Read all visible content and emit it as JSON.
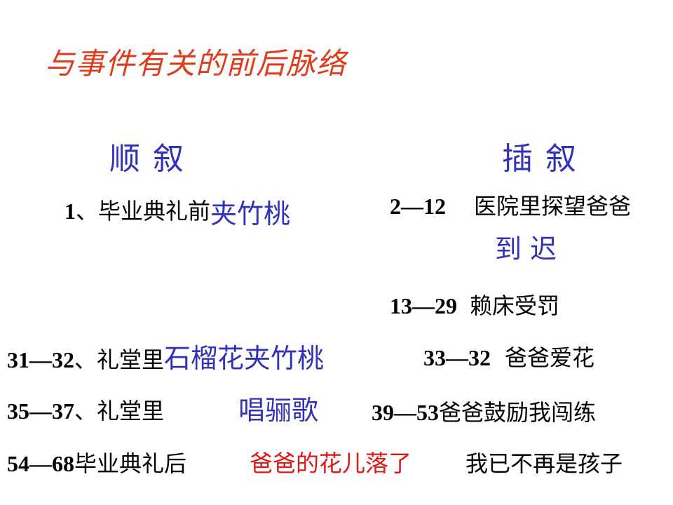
{
  "slide": {
    "title": "与事件有关的前后脉络",
    "headings": {
      "left": "顺  叙",
      "right": "插  叙"
    },
    "left_items": [
      {
        "number": "1",
        "sep": "、",
        "text": "毕业典礼前",
        "highlight": "夹竹桃"
      },
      {
        "number": "31—32",
        "sep": "、",
        "text": "礼堂里",
        "highlight": "石榴花夹竹桃"
      },
      {
        "number": "35—37",
        "sep": "、",
        "text": "礼堂里",
        "highlight": "唱骊歌"
      },
      {
        "number": "54—68",
        "sep": "",
        "text": "毕业典礼后",
        "highlight": "爸爸的花儿落了",
        "tail": "我已不再是孩子"
      }
    ],
    "right_items": [
      {
        "number": "2—12",
        "text": "医院里探望爸爸",
        "highlight": "到 迟"
      },
      {
        "number": "13—29",
        "text": "赖床受罚"
      },
      {
        "number": "33—32",
        "text": "爸爸爱花"
      },
      {
        "number": "39—53",
        "text": "爸爸鼓励我闯练"
      }
    ],
    "colors": {
      "title": "#e03c1c",
      "heading": "#3232b8",
      "highlight_blue": "#3232b8",
      "highlight_red": "#e01818",
      "text": "#000000"
    }
  }
}
